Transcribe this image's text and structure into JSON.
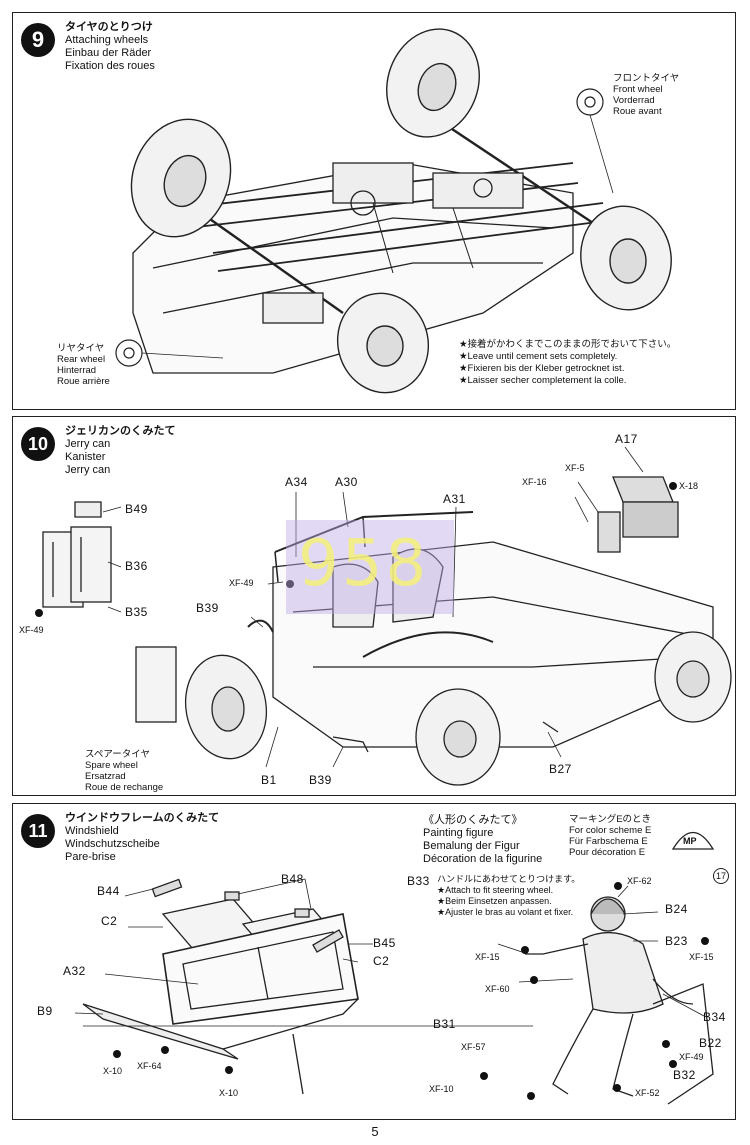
{
  "step9": {
    "number": "9",
    "title_jp": "タイヤのとりつけ",
    "title_en": "Attaching wheels",
    "title_de": "Einbau der Räder",
    "title_fr": "Fixation des roues",
    "front_jp": "フロントタイヤ",
    "front_en": "Front wheel",
    "front_de": "Vorderrad",
    "front_fr": "Roue avant",
    "rear_jp": "リヤタイヤ",
    "rear_en": "Rear wheel",
    "rear_de": "Hinterrad",
    "rear_fr": "Roue arrière",
    "note_jp": "★接着がかわくまでこのままの形でおいて下さい。",
    "note_en": "★Leave until cement sets completely.",
    "note_de": "★Fixieren bis der Kleber getrocknet ist.",
    "note_fr": "★Laisser secher completement la colle."
  },
  "step10": {
    "number": "10",
    "title_jp": "ジェリカンのくみたて",
    "title_en": "Jerry can",
    "title_de": "Kanister",
    "title_fr": "Jerry can",
    "spare_jp": "スペアータイヤ",
    "spare_en": "Spare wheel",
    "spare_de": "Ersatzrad",
    "spare_fr": "Roue de rechange",
    "parts": {
      "b49": "B49",
      "b36": "B36",
      "b35": "B35",
      "xf49a": "XF-49",
      "a34": "A34",
      "a30": "A30",
      "a31": "A31",
      "a17": "A17",
      "xf5": "XF-5",
      "xf16": "XF-16",
      "x18": "X-18",
      "xf49b": "XF-49",
      "b39a": "B39",
      "b1": "B1",
      "b39b": "B39",
      "b27": "B27"
    },
    "watermark": "958"
  },
  "step11": {
    "number": "11",
    "title_jp": "ウインドウフレームのくみたて",
    "title_en": "Windshield",
    "title_de": "Windschutzscheibe",
    "title_fr": "Pare-brise",
    "fig_jp": "《人形のくみたて》",
    "fig_en": "Painting figure",
    "fig_de": "Bemalung der Figur",
    "fig_fr": "Décoration de la figurine",
    "mark_jp": "マーキングEのとき",
    "mark_en": "For color scheme E",
    "mark_de": "Für Farbschema E",
    "mark_fr": "Pour décoration E",
    "mark_badge": "MP",
    "mark_num": "17",
    "b33_label": "B33",
    "b33_jp": "ハンドルにあわせてとりつけます。",
    "b33_en": "★Attach to fit steering wheel.",
    "b33_de": "★Beim Einsetzen anpassen.",
    "b33_fr": "★Ajuster le bras au volant et fixer.",
    "parts": {
      "b44": "B44",
      "b48": "B48",
      "c2a": "C2",
      "b45": "B45",
      "c2b": "C2",
      "a32": "A32",
      "b9": "B9",
      "x10a": "X-10",
      "xf64": "XF-64",
      "x10b": "X-10",
      "xf62": "XF-62",
      "b24": "B24",
      "b23": "B23",
      "xf15a": "XF-15",
      "xf15b": "XF-15",
      "xf60": "XF-60",
      "b34": "B34",
      "b31": "B31",
      "b22": "B22",
      "xf57": "XF-57",
      "xf49": "XF-49",
      "b32": "B32",
      "xf10": "XF-10",
      "xf52": "XF-52"
    }
  },
  "page_number": "5"
}
